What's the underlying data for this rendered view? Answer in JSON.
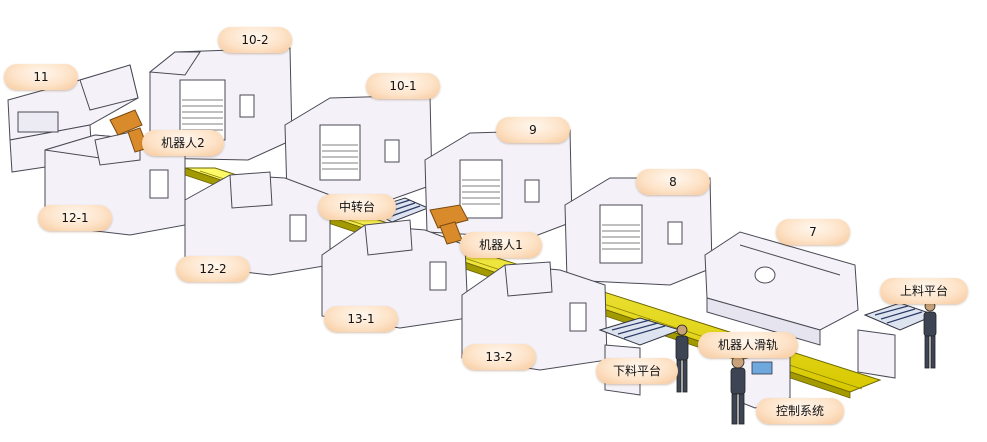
{
  "labels": {
    "m11": "11",
    "m10_2": "10-2",
    "m10_1": "10-1",
    "m9": "9",
    "m8": "8",
    "m7": "7",
    "robot2": "机器人2",
    "robot1": "机器人1",
    "transfer": "中转台",
    "m12_1": "12-1",
    "m12_2": "12-2",
    "m13_1": "13-1",
    "m13_2": "13-2",
    "loading": "上料平台",
    "unloading": "下料平台",
    "rail": "机器人滑轨",
    "control": "控制系统"
  },
  "colors": {
    "machine_fill": "#f4f2f8",
    "machine_stroke": "#4a4a55",
    "rail": "#f2e600",
    "robot": "#d98a2b",
    "callout": "#fbd3ab"
  }
}
